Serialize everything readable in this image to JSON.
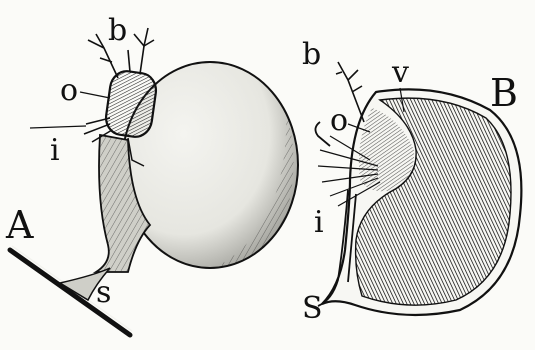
{
  "figure": {
    "panel_a": {
      "panel_label": "A",
      "labels": {
        "b": "b",
        "o": "o",
        "i": "i",
        "s": "s"
      }
    },
    "panel_b": {
      "panel_label": "B",
      "labels": {
        "b": "b",
        "v": "v",
        "o": "o",
        "i": "i",
        "s": "S"
      }
    }
  }
}
